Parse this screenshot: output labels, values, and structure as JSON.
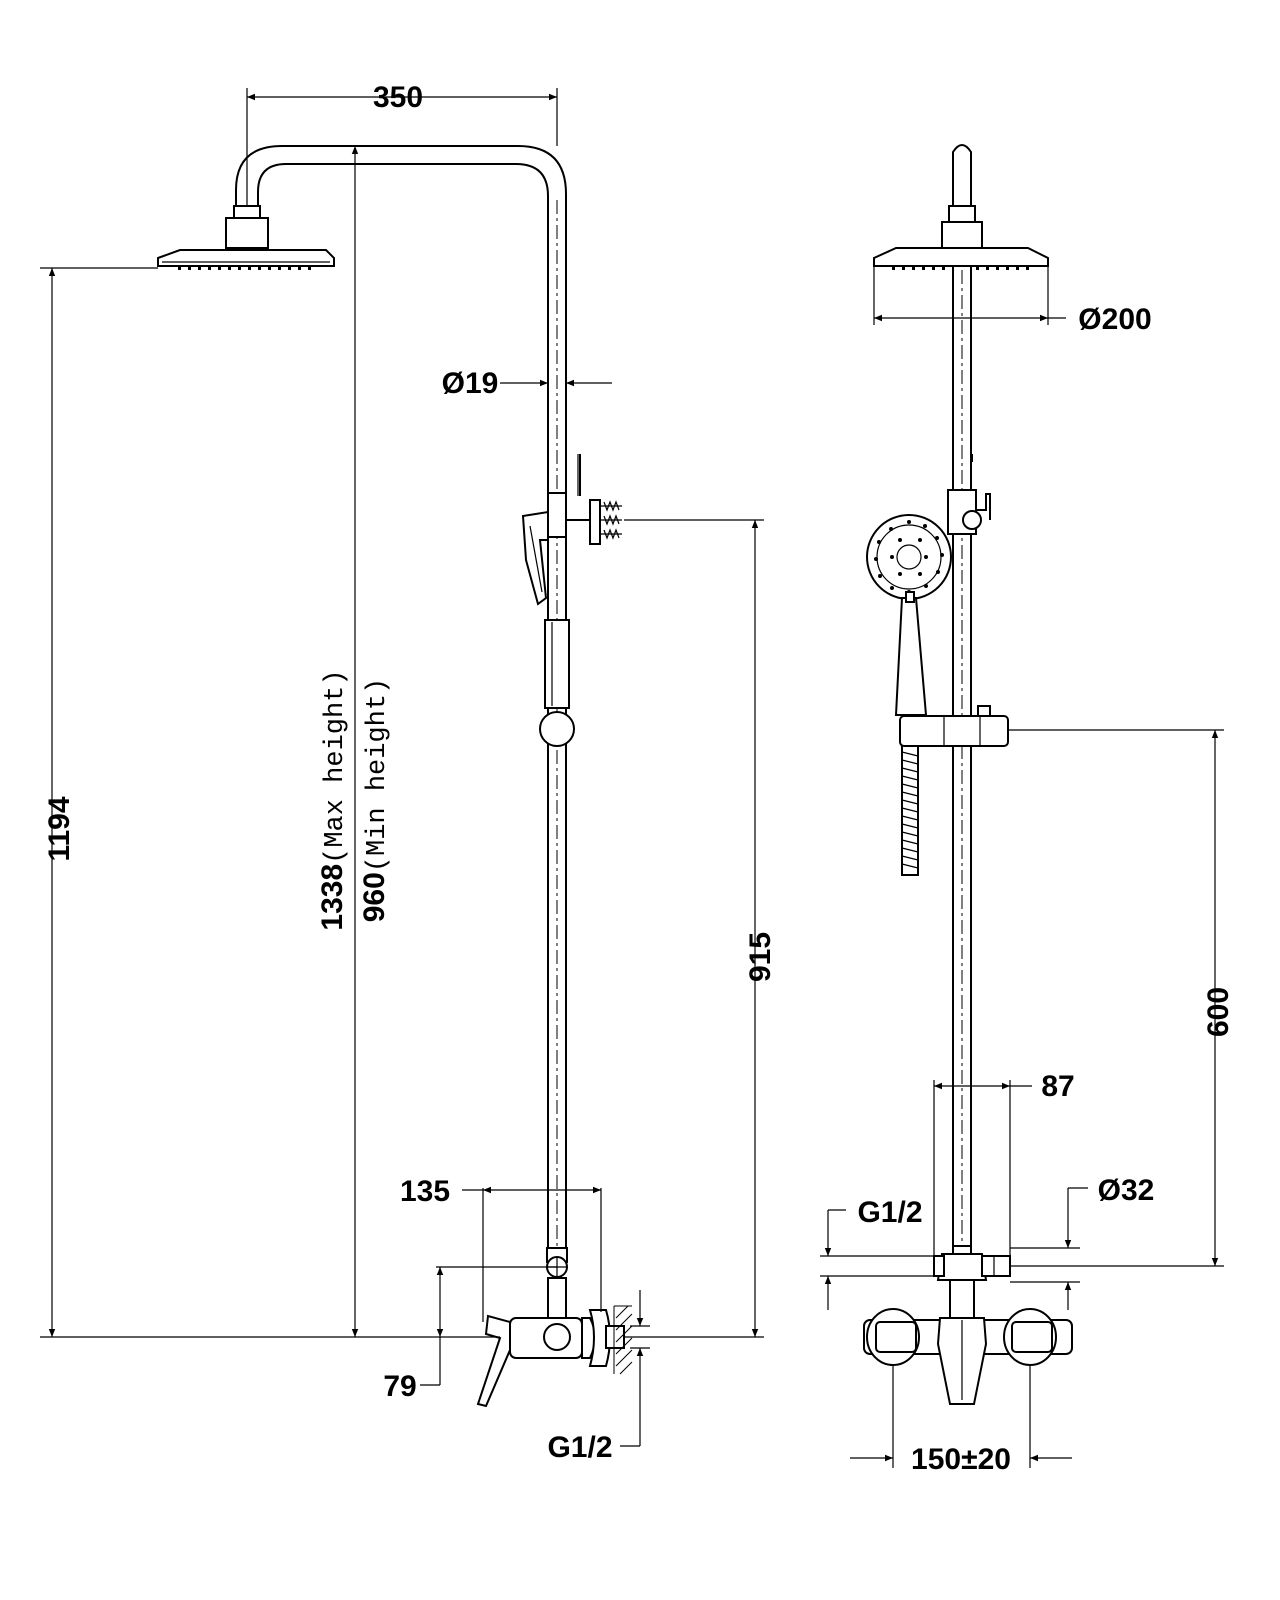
{
  "dimensions": {
    "arm_length": "350",
    "pipe_diameter": "Ø19",
    "head_diameter": "Ø200",
    "head_height": "1194",
    "max_height_value": "1338",
    "max_height_note": "(Max height)",
    "min_height_value": "960",
    "min_height_note": "(Min height)",
    "holder_height": "915",
    "slider_height": "600",
    "mixer_width": "87",
    "mixer_depth": "135",
    "outlet_diameter": "Ø32",
    "outlet_thread_front": "G1/2",
    "wall_offset": "79",
    "inlet_thread": "G1/2",
    "inlet_centers": "150±20"
  }
}
